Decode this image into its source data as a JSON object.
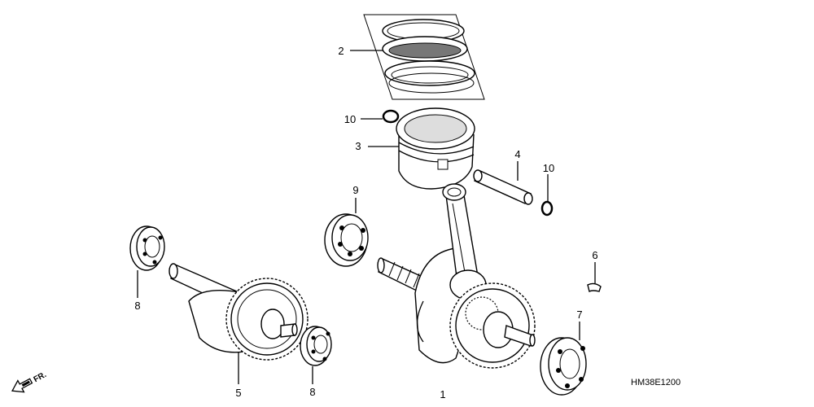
{
  "callouts": {
    "c1": "1",
    "c2": "2",
    "c3": "3",
    "c4": "4",
    "c5": "5",
    "c6": "6",
    "c7": "7",
    "c8a": "8",
    "c8b": "8",
    "c9": "9",
    "c10a": "10",
    "c10b": "10"
  },
  "diagram_code": "HM38E1200",
  "front_indicator": "FR.",
  "colors": {
    "line": "#000000",
    "background": "#ffffff"
  }
}
